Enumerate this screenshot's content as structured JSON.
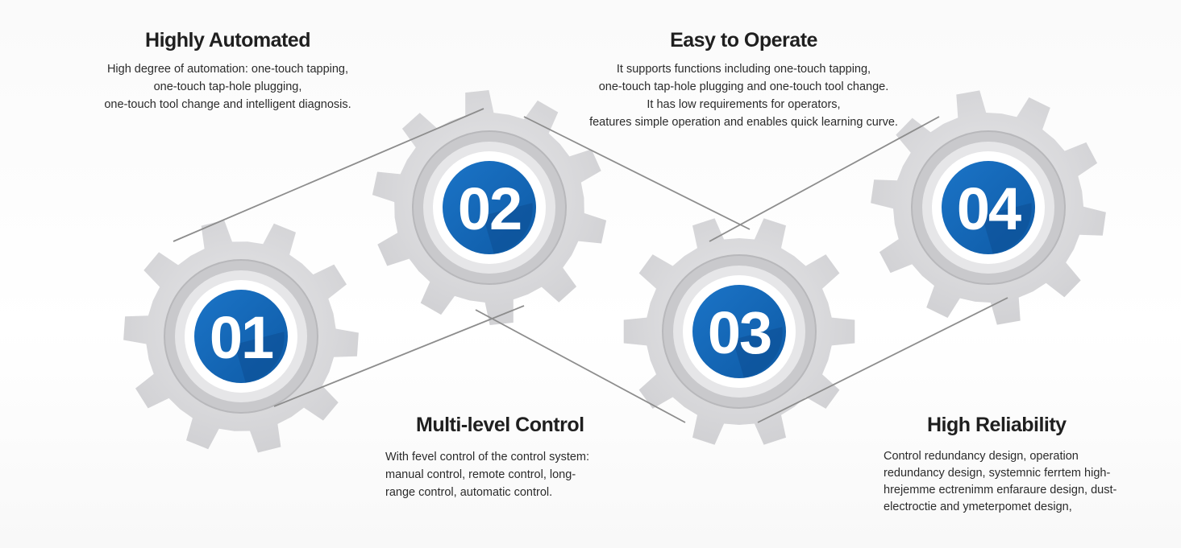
{
  "features": [
    {
      "number": "01",
      "title": "Highly Automated",
      "lines": [
        "High degree of automation: one-touch tapping,",
        "one-touch tap-hole plugging,",
        "one-touch tool change and intelligent diagnosis."
      ]
    },
    {
      "number": "02",
      "title": "Multi-level Control",
      "lines": [
        "With fevel control of the control system:",
        "manual control, remote control, long-",
        "range control, automatic control."
      ]
    },
    {
      "number": "03",
      "title": "Easy to Operate",
      "lines": [
        "It supports functions including one-touch tapping,",
        "one-touch tap-hole plugging and one-touch tool change.",
        "It has low requirements for operators,",
        "features simple operation and enables quick learning curve."
      ]
    },
    {
      "number": "04",
      "title": "High Reliability",
      "lines": [
        "Control redundancy design, operation",
        "redundancy design, systemnic ferrtem high-",
        "hrejemme ectrenimm enfaraure design, dust-",
        "electroctie and ymeterpomet design,"
      ]
    }
  ],
  "colors": {
    "gear": "#dcdcde",
    "gear_ring": "#c9c9cc",
    "blue": "#1565b3",
    "blue_dark": "#0d4f94",
    "connector": "#8d8d8d"
  }
}
